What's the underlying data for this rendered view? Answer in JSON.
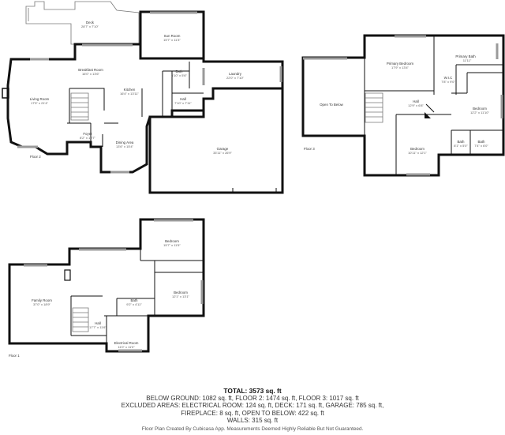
{
  "floor2": {
    "label": "Floor 2",
    "rooms": {
      "deck": {
        "name": "Deck",
        "dims": "28'7\" x 7'10\""
      },
      "sun_room": {
        "name": "Sun Room",
        "dims": "15'7\" x 11'3\""
      },
      "breakfast": {
        "name": "Breakfast Room",
        "dims": "16'0\" x 13'6\""
      },
      "bath": {
        "name": "Bath",
        "dims": "6'10\" x 5'6\""
      },
      "laundry": {
        "name": "Laundry",
        "dims": "22'0\" x 7'10\""
      },
      "living": {
        "name": "Living Room",
        "dims": "17'5\" x 21'4\""
      },
      "kitchen": {
        "name": "Kitchen",
        "dims": "16'4\" x 13'11\""
      },
      "hall": {
        "name": "Hall",
        "dims": "7'10\" x 7'11\""
      },
      "foyer": {
        "name": "Foyer",
        "dims": "8'2\" x 10'7\""
      },
      "dining": {
        "name": "Dining Area",
        "dims": "13'6\" x 15'4\""
      },
      "garage": {
        "name": "Garage",
        "dims": "33'11\" x 26'9\""
      }
    }
  },
  "floor3": {
    "label": "Floor 3",
    "rooms": {
      "open_below": {
        "name": "Open To Below",
        "dims": ""
      },
      "primary_bedroom": {
        "name": "Primary Bedroom",
        "dims": "17'9\" x 13'4\""
      },
      "primary_bath": {
        "name": "Primary Bath",
        "dims": "11'11\""
      },
      "wic": {
        "name": "W.I.C",
        "dims": "7'8\" x 9'0\""
      },
      "hall": {
        "name": "Hall",
        "dims": "12'9\" x 6'8\""
      },
      "bedroom_right": {
        "name": "Bedroom",
        "dims": "12'2\" x 11'10\""
      },
      "bedroom_bottom": {
        "name": "Bedroom",
        "dims": "10'11\" x 12'1\""
      },
      "bath_a": {
        "name": "Bath",
        "dims": "8'1\" x 5'0\""
      },
      "bath_b": {
        "name": "Bath",
        "dims": "7'4\" x 6'0\""
      }
    }
  },
  "floor1": {
    "label": "Floor 1",
    "rooms": {
      "bedroom_top": {
        "name": "Bedroom",
        "dims": "15'7\" x 11'5\""
      },
      "family": {
        "name": "Family Room",
        "dims": "37'0\" x 18'9\""
      },
      "bedroom_right": {
        "name": "Bedroom",
        "dims": "12'1\" x 13'1\""
      },
      "bath": {
        "name": "Bath",
        "dims": "9'2\" x 4'11\""
      },
      "hall": {
        "name": "Hall",
        "dims": "17'7\" x 11'6\""
      },
      "electrical": {
        "name": "Electrical Room",
        "dims": "11'0\" x 11'0\""
      }
    }
  },
  "summary": {
    "total": "TOTAL: 3573 sq. ft",
    "line1": "BELOW GROUND: 1082 sq. ft, FLOOR 2: 1474 sq. ft, FLOOR 3: 1017 sq. ft",
    "line2": "EXCLUDED AREAS: ELECTRICAL ROOM: 124 sq. ft, DECK: 171 sq. ft, GARAGE: 785 sq. ft,",
    "line3": "FIREPLACE: 8 sq. ft, OPEN TO BELOW: 422 sq. ft",
    "line4": "WALLS: 315 sq. ft",
    "credit": "Floor Plan Created By Cubicasa App. Measurements Deemed Highly Reliable But Not Guaranteed."
  }
}
